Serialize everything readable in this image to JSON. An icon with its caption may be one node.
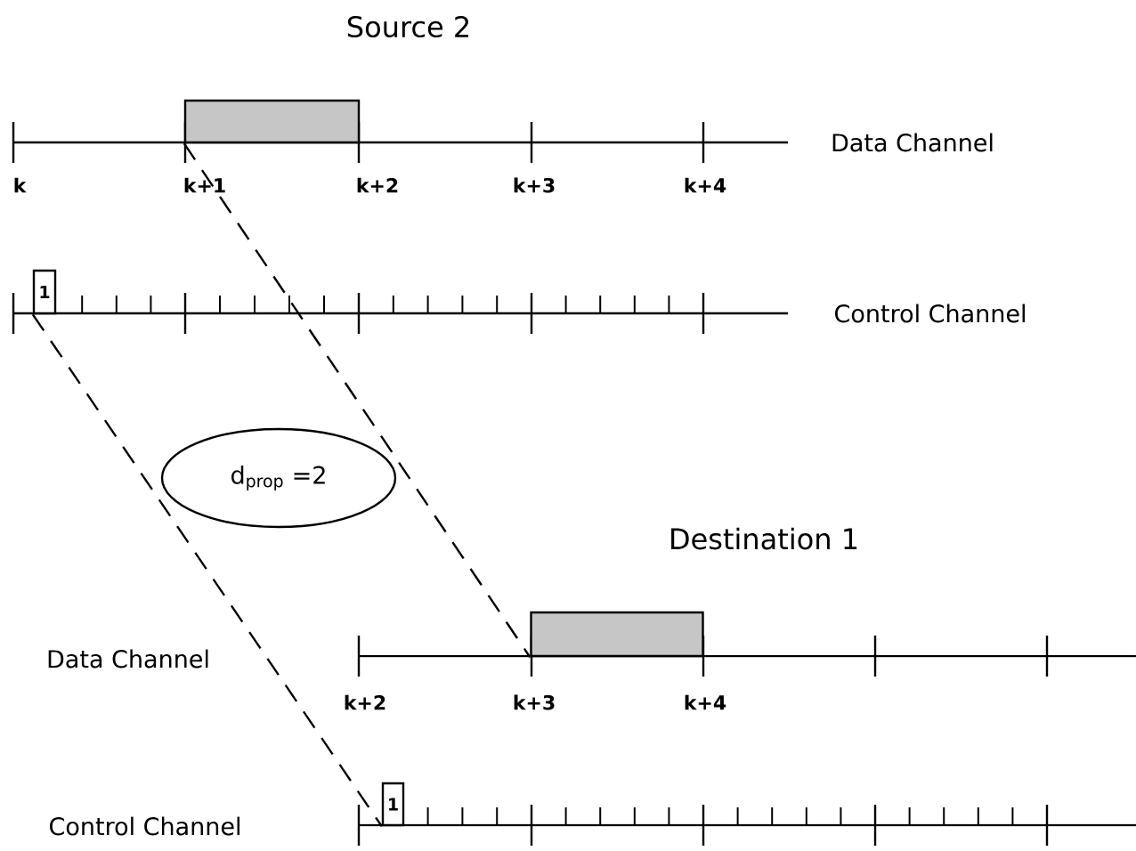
{
  "diagram": {
    "nodes": [
      {
        "text": [],
        "shape": "box"
      },
      {
        "text": [
          "1"
        ]
      },
      {
        "text": [
          "d$_{prop}$ =2"
        ]
      },
      {
        "text": [],
        "shape": "box"
      },
      {
        "text": [
          "1"
        ]
      }
    ],
    "edges": [
      {
        "from": 0,
        "to": 3,
        "arrow": "none",
        "style": "dashed"
      },
      {
        "from": 1,
        "to": 4,
        "arrow": "none",
        "style": "dashed"
      }
    ],
    "labels": [
      "Source 2",
      "Data Channel",
      "k",
      "k+1",
      "k+2",
      "k+3",
      "k+4",
      "Control Channel",
      "Destination 1",
      "Data Channel",
      "k+2",
      "k+3",
      "k+4",
      "Control Channel"
    ]
  }
}
